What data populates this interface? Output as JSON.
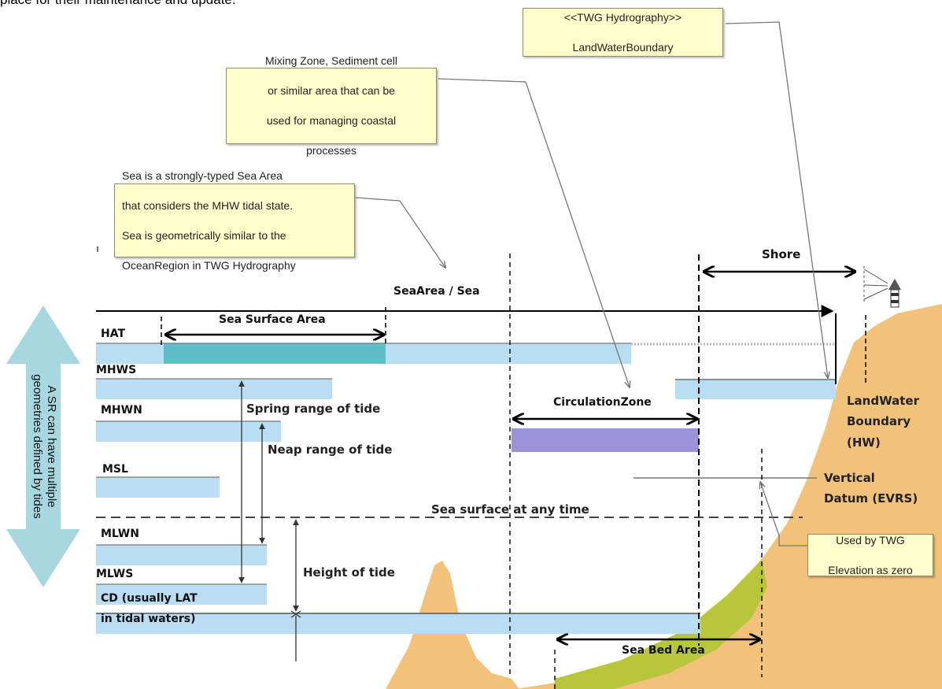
{
  "intro_fragment": "place for their maintenance and update.",
  "notes": {
    "twg_hydrography": {
      "line1": "<<TWG Hydrography>>",
      "line2": "LandWaterBoundary"
    },
    "mixing_zone": {
      "lines": [
        "Mixing Zone, Sediment cell",
        "or similar area that can be",
        "used for managing coastal",
        "processes"
      ]
    },
    "sea_definition": {
      "lines": [
        "Sea is a strongly-typed Sea Area",
        "that considers the MHW tidal state.",
        "Sea is geometrically similar to the",
        "OceanRegion in TWG Hydrography"
      ]
    },
    "elevation_zero": {
      "line1": "Used by TWG",
      "line2": "Elevation as zero"
    }
  },
  "side_label": {
    "line1": "A SR can have multiple",
    "line2": "geometries defined by tides"
  },
  "tide_levels": {
    "hat": "HAT",
    "mhws": "MHWS",
    "mhwn": "MHWN",
    "msl": "MSL",
    "mlwn": "MLWN",
    "mlws": "MLWS",
    "cd_line1": "CD (usually LAT",
    "cd_line2": "in tidal waters)"
  },
  "labels": {
    "shore": "Shore",
    "sea_area": "SeaArea / Sea",
    "sea_surface_area": "Sea Surface Area",
    "circulation_zone": "CirculationZone",
    "spring_range": "Spring range of tide",
    "neap_range": "Neap range of tide",
    "sea_surface_any_time": "Sea surface at any time",
    "height_of_tide": "Height of tide",
    "landwater_line1": "LandWater",
    "landwater_line2": "Boundary",
    "landwater_line3": "(HW)",
    "vertical_line1": "Vertical",
    "vertical_line2": "Datum (EVRS)",
    "sea_bed_area": "Sea Bed Area"
  },
  "colors": {
    "water_band": "#b9ddf2",
    "sea_surface_band": "#5fbfc8",
    "circulation_band": "#9c93d8",
    "land": "#f2c27a",
    "seabed_green": "#b8c63a",
    "note_bg": "#ffffcc",
    "side_arrow": "#a8d8df"
  }
}
